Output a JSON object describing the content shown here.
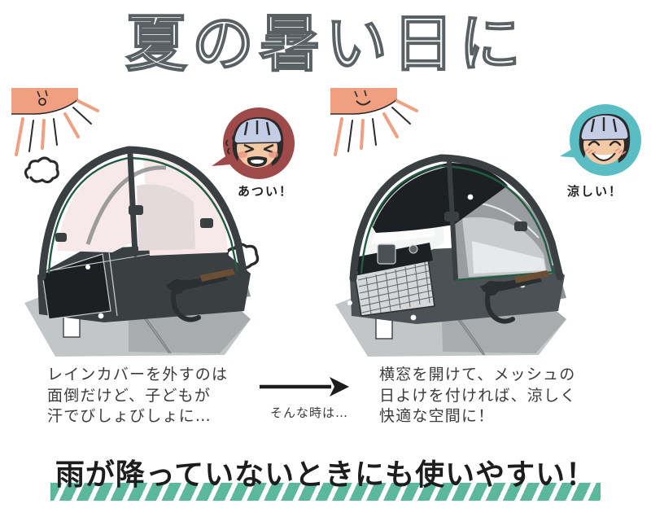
{
  "title": "夏の暑い日に",
  "panels": {
    "left": {
      "scenario": "closed-rain-cover",
      "sun_face": "sad-sun",
      "bubble_label": "あつい！",
      "bubble_color": "#9e4a4a",
      "caption": "レインカバーを外すのは\n面倒だけど、子どもが\n汗でびしょびしょに…"
    },
    "right": {
      "scenario": "open-mesh-cover",
      "sun_face": "smiling-sun",
      "bubble_label": "涼しい！",
      "bubble_color": "#5bbdc4",
      "caption": "横窓を開けて、メッシュの\n日よけを付ければ、涼しく\n快適な空間に！"
    }
  },
  "transition": {
    "arrow": "→",
    "label": "そんな時は…"
  },
  "banner": {
    "text": "雨が降っていないときにも使いやすい！",
    "stripe_color": "#5cb89a"
  },
  "palette": {
    "cover_dark": "#3a3f42",
    "cover_body": "#4b5154",
    "window_pink": "#f7e9ea",
    "window_gray": "#b9bcbd",
    "piping_green": "#1f5c42",
    "bike_gray": "#b5b8b9",
    "sun_peach": "#f0a081",
    "helmet_blue": "#c3cde6",
    "skin": "#f3c9a5",
    "outline": "#2b2b2b"
  }
}
